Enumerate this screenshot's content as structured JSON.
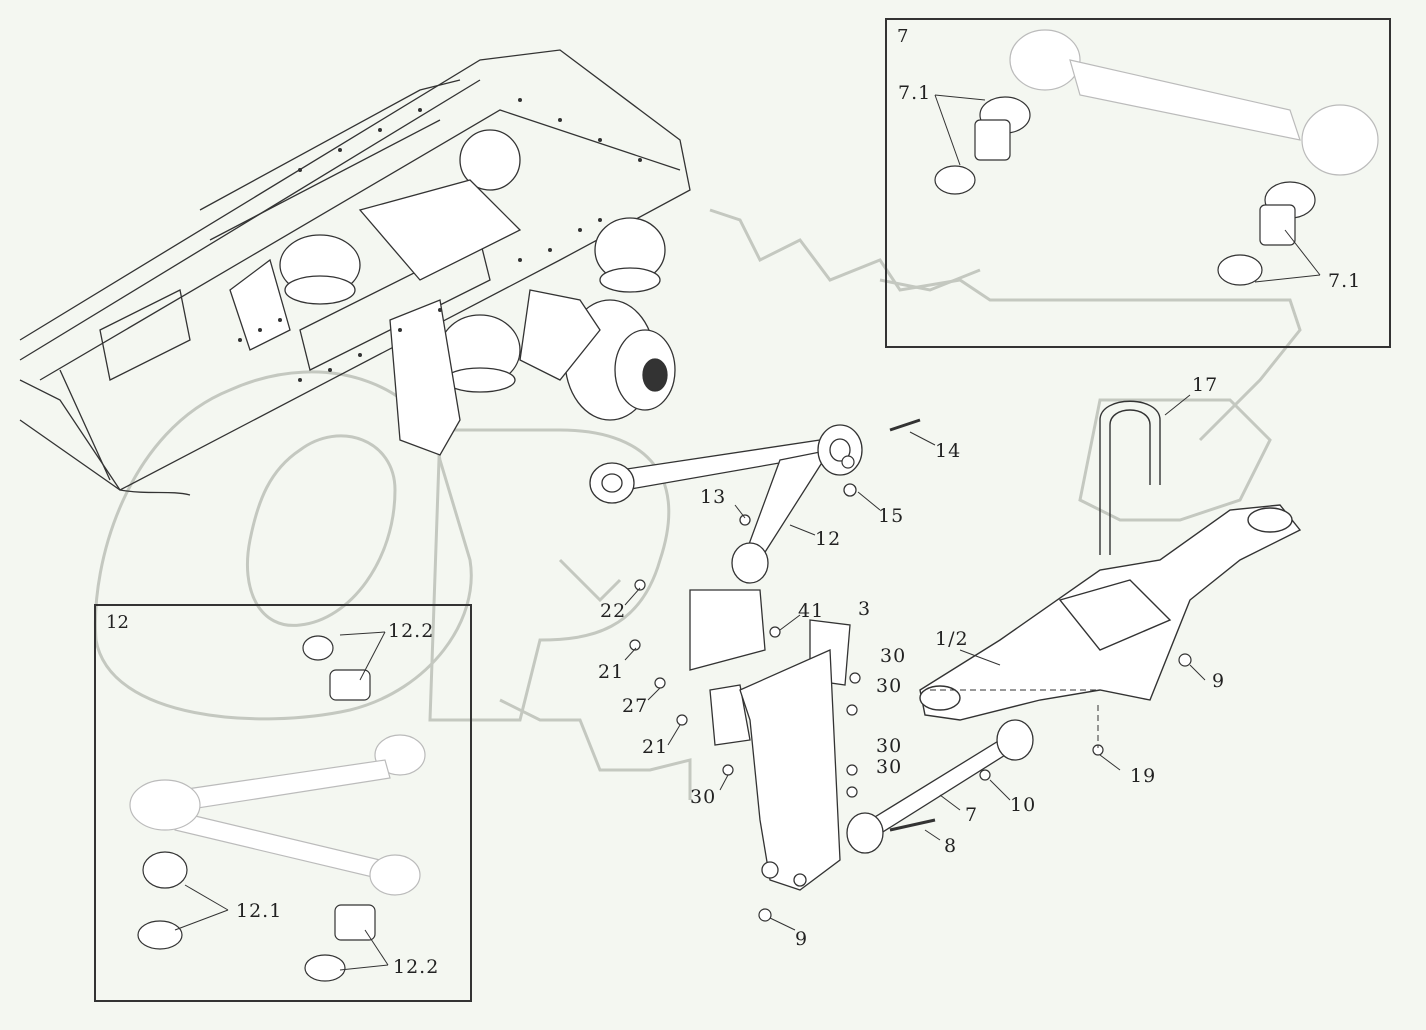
{
  "watermark": "OPEX",
  "inset_7": {
    "label": "7",
    "callouts": [
      "7.1",
      "7.1"
    ]
  },
  "inset_12": {
    "label": "12",
    "callouts": [
      "12.2",
      "12.1",
      "12.2"
    ]
  },
  "callouts": {
    "c17": "17",
    "c14": "14",
    "c13": "13",
    "c15": "15",
    "c12": "12",
    "c22": "22",
    "c41": "41",
    "c3": "3",
    "c1_2": "1/2",
    "c21a": "21",
    "c30a": "30",
    "c30b": "30",
    "c27": "27",
    "c9a": "9",
    "c21b": "21",
    "c30c": "30",
    "c30d": "30",
    "c30e": "30",
    "c19": "19",
    "c10": "10",
    "c7": "7",
    "c8": "8",
    "c9b": "9"
  },
  "colors": {
    "line": "#333333",
    "watermark_stroke": "#bfc3bc",
    "background": "#f4f7f1"
  }
}
